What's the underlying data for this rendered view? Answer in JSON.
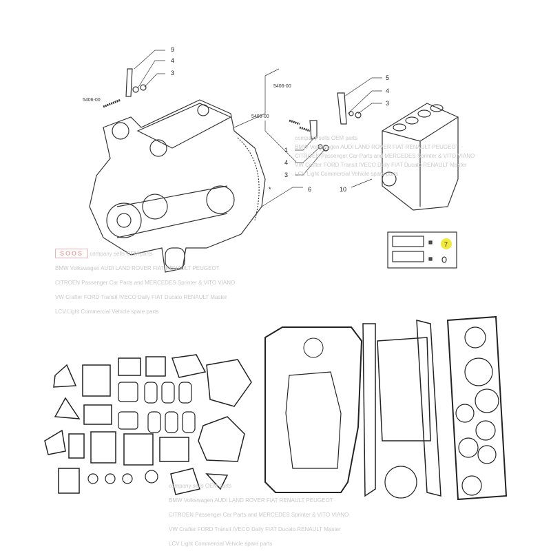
{
  "callouts": {
    "top_left": [
      "9",
      "4",
      "3"
    ],
    "top_left_code": "5406-00",
    "right_upper": [
      "5",
      "4",
      "3"
    ],
    "right_upper_code": "5406-00",
    "middle": [
      "1",
      "4",
      "3"
    ],
    "middle_code": "5406-00",
    "engine_part": "6",
    "block_part": "10",
    "kit_part": "7",
    "asterisk": "*"
  },
  "watermark": {
    "logo": "SOOS",
    "lines": [
      "company sells OEM parts",
      "BMW Volkswagen AUDI LAND ROVER FIAT RENAULT PEUGEOT",
      "CITROEN Passenger Car Parts and MERCEDES Sprinter & VITO VIANO",
      "VW Crafter FORD Transit IVECO Daily FIAT Ducato RENAULT Master",
      "LCV Light Commercial Vehicle spare parts"
    ]
  },
  "colors": {
    "highlight": "#f2ea3a",
    "line": "#222222"
  }
}
